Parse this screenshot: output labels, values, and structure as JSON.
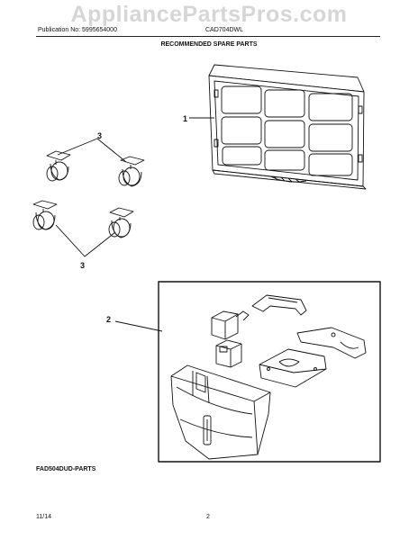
{
  "watermark": "AppliancePartsPros.com",
  "header": {
    "publication": "Publication No: 5995654000",
    "model": "CAD704DWL"
  },
  "title": "RECOMMENDED SPARE PARTS",
  "callouts": {
    "filter": "1",
    "kit": "2",
    "casters_top": "3",
    "casters_bottom": "3"
  },
  "kit_label": "FAD504DUD-PARTS",
  "footer": {
    "date": "11/14",
    "page": "2"
  }
}
